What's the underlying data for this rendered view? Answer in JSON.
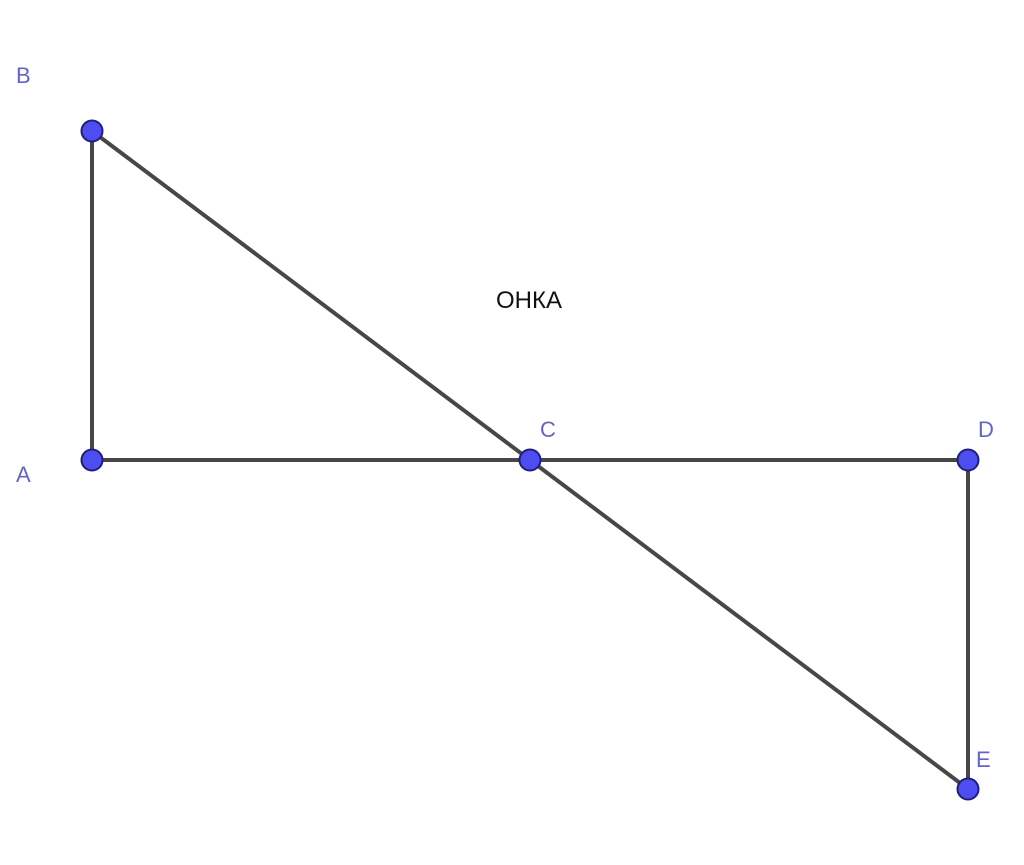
{
  "diagram": {
    "caption": "ОНКА",
    "colors": {
      "background": "#ffffff",
      "segment": "#474747",
      "point_fill": "#4d4df2",
      "point_stroke": "#1f1f7a",
      "label": "#6464c8",
      "caption": "#111111"
    },
    "points": [
      {
        "id": "A",
        "label": "A"
      },
      {
        "id": "B",
        "label": "B"
      },
      {
        "id": "C",
        "label": "C"
      },
      {
        "id": "D",
        "label": "D"
      },
      {
        "id": "E",
        "label": "E"
      }
    ],
    "segments": [
      {
        "id": "AB",
        "from": "A",
        "to": "B"
      },
      {
        "id": "BE",
        "from": "B",
        "to": "E"
      },
      {
        "id": "AD",
        "from": "A",
        "to": "D"
      },
      {
        "id": "DE",
        "from": "D",
        "to": "E"
      }
    ]
  }
}
